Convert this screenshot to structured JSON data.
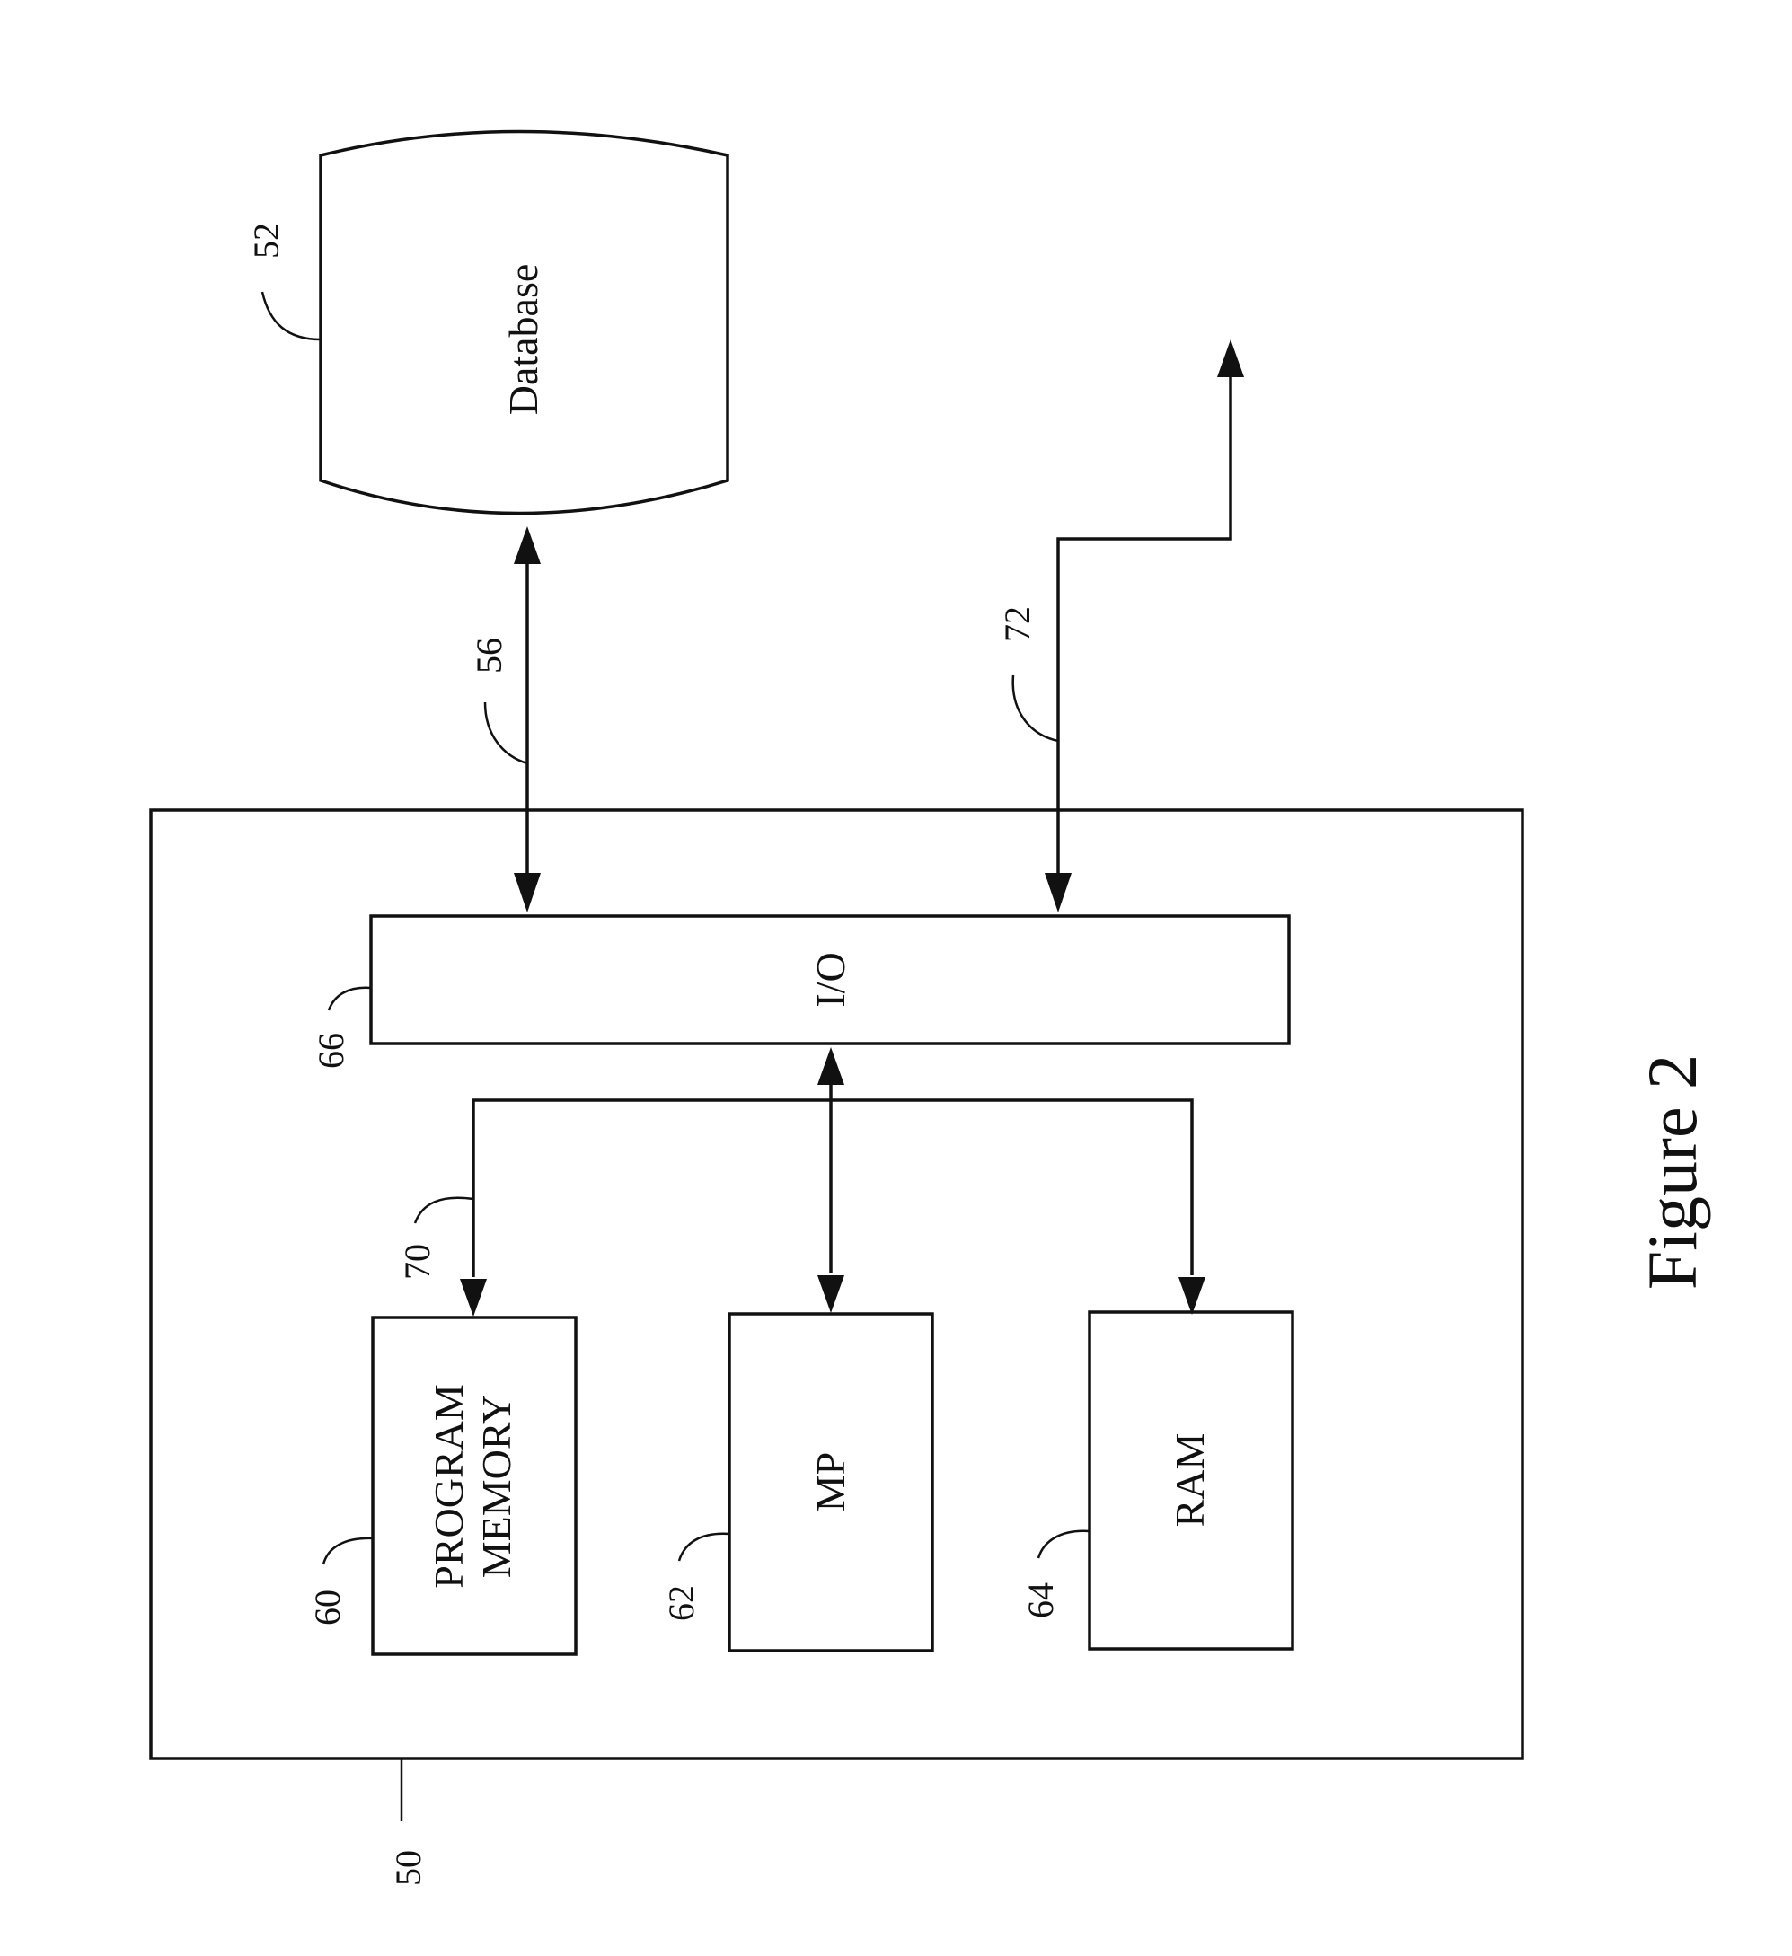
{
  "figure": {
    "caption": "Figure 2"
  },
  "blocks": {
    "database": {
      "label": "Database",
      "ref": "52"
    },
    "io": {
      "label": "I/O",
      "ref": "66"
    },
    "program_memory": {
      "label_line1": "PROGRAM",
      "label_line2": "MEMORY",
      "ref": "60"
    },
    "mp": {
      "label": "MP",
      "ref": "62"
    },
    "ram": {
      "label": "RAM",
      "ref": "64"
    },
    "computer": {
      "ref": "50"
    }
  },
  "connections": {
    "database_link": {
      "ref": "56"
    },
    "network_link": {
      "ref": "72"
    },
    "internal_bus": {
      "ref": "70"
    }
  },
  "colors": {
    "ink": "#111111",
    "background": "#ffffff"
  }
}
